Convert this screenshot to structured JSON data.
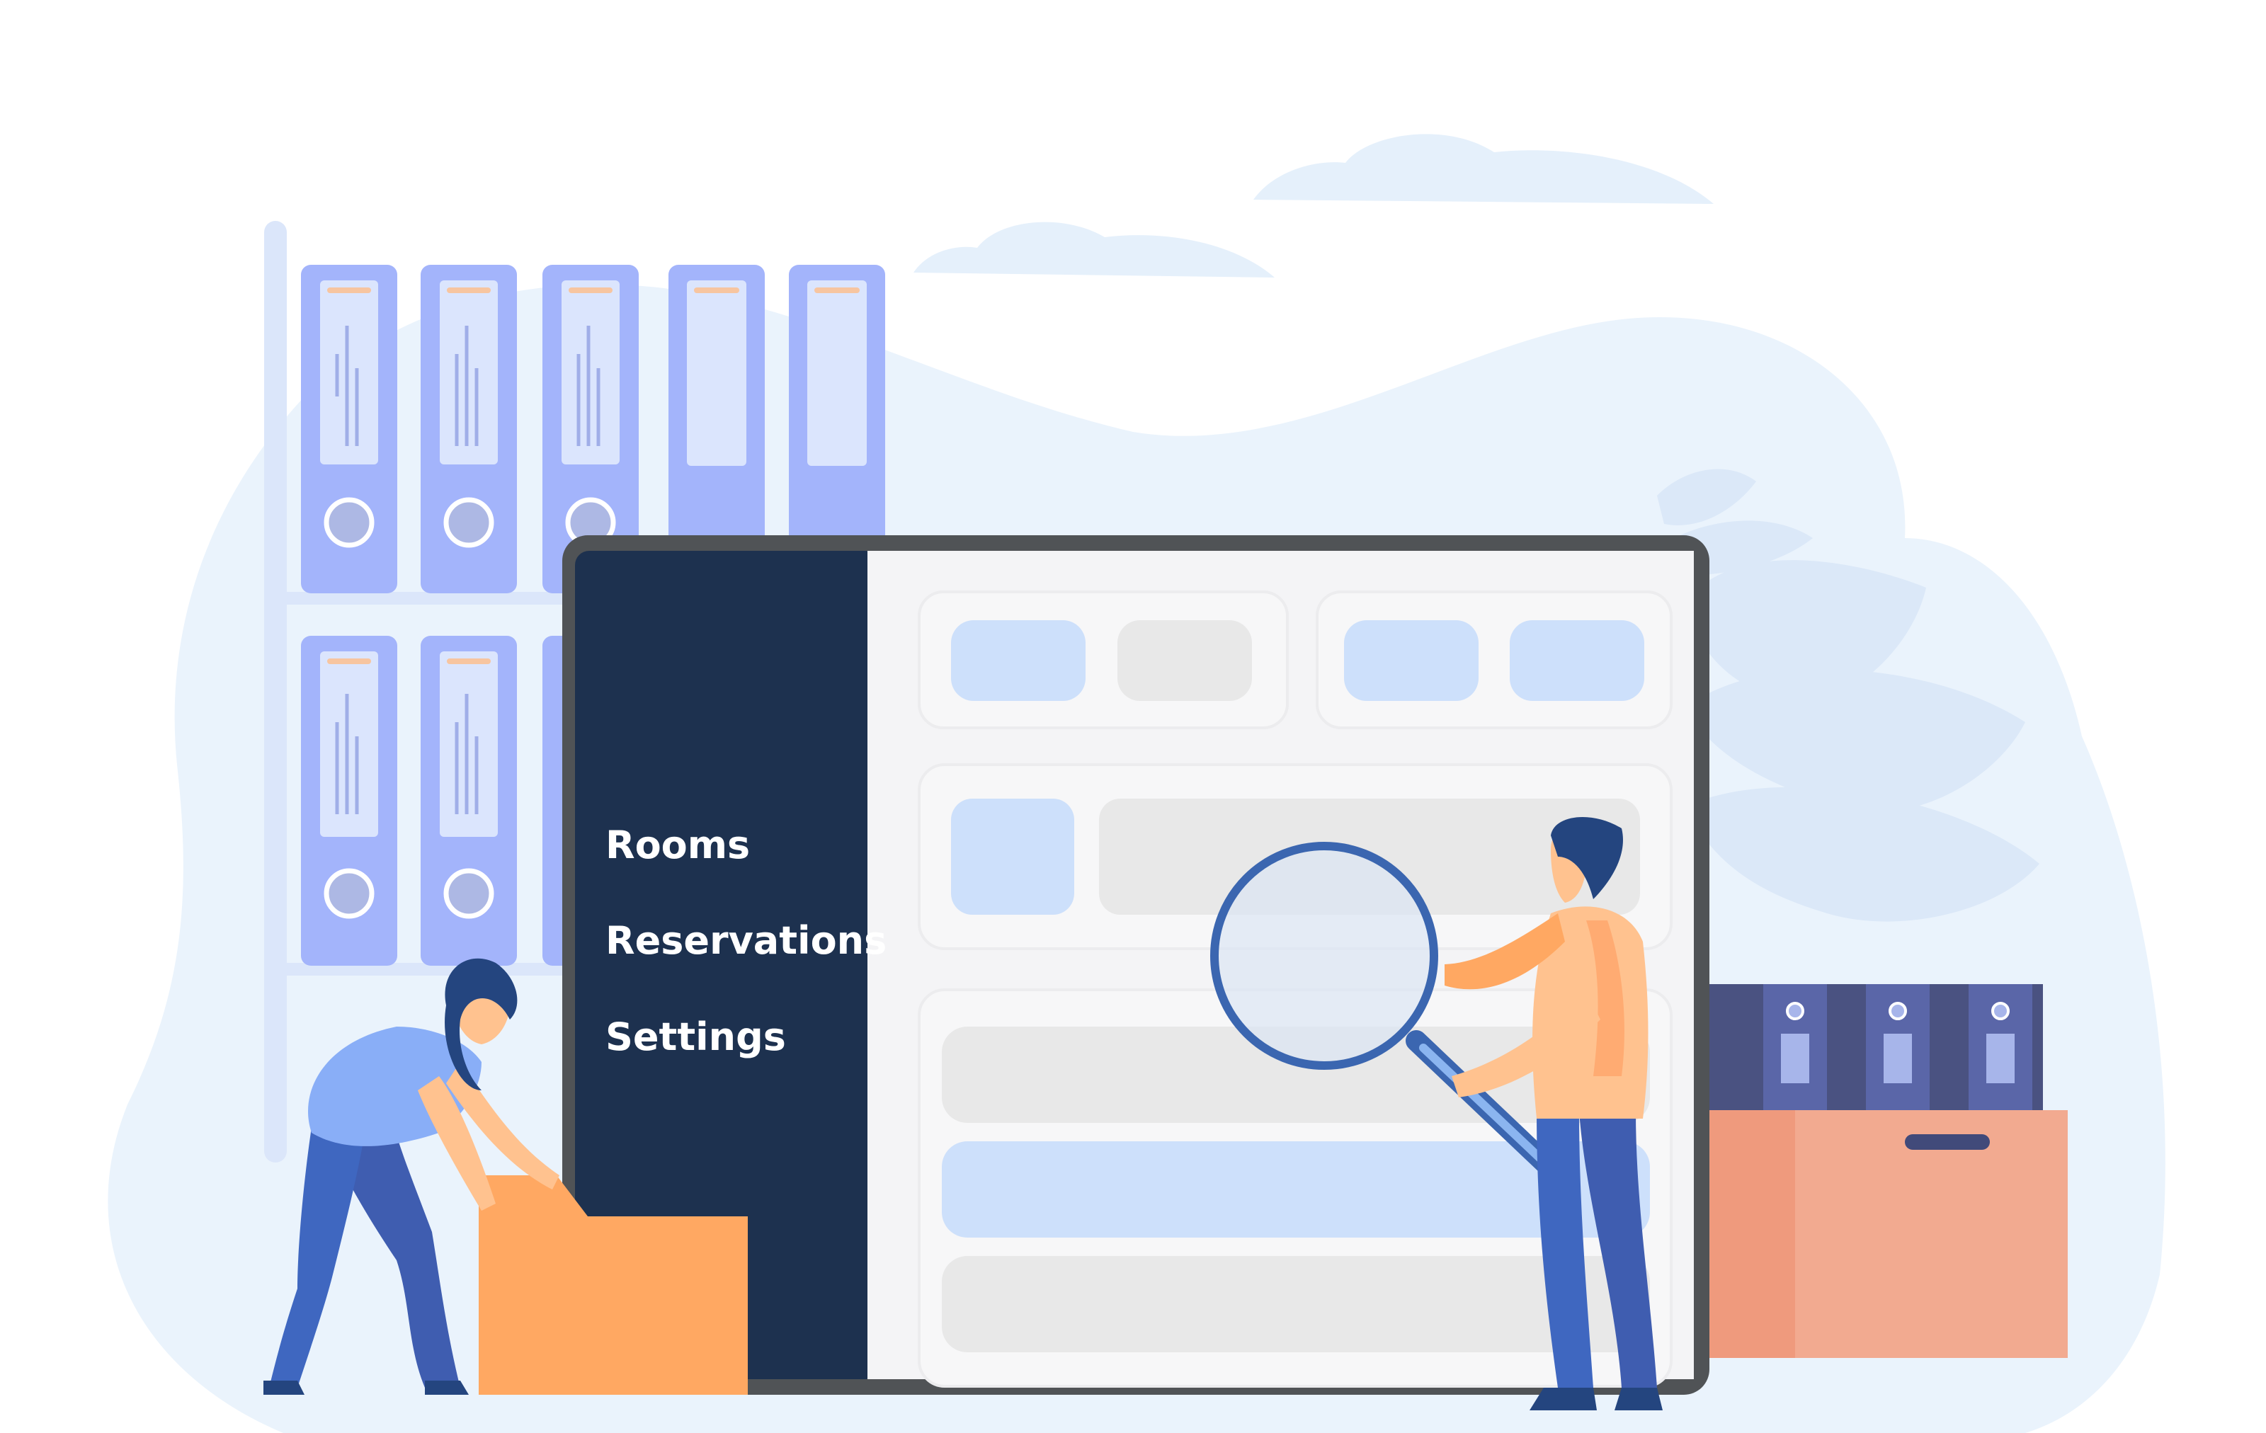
{
  "sidebar": {
    "items": [
      {
        "label": "Rooms"
      },
      {
        "label": "Reservations"
      },
      {
        "label": "Settings"
      }
    ]
  },
  "colors": {
    "background_blob": "#eaf3fc",
    "sidebar": "#1d314f",
    "screen_frame": "#505356",
    "content_bg": "#f4f4f6",
    "card": "#f7f7f8",
    "accent_light_blue": "#cde0fb",
    "placeholder_gray": "#e8e8e8",
    "binder_purple": "#a3b4fb",
    "box_orange": "#ffa862",
    "box_salmon": "#f2aa90",
    "skin": "#ffc28f",
    "pants_blue": "#3f67c0",
    "hair_navy": "#24457f"
  },
  "icons": [
    "magnifier-icon",
    "binder-icon",
    "folder-icon",
    "box-icon"
  ]
}
